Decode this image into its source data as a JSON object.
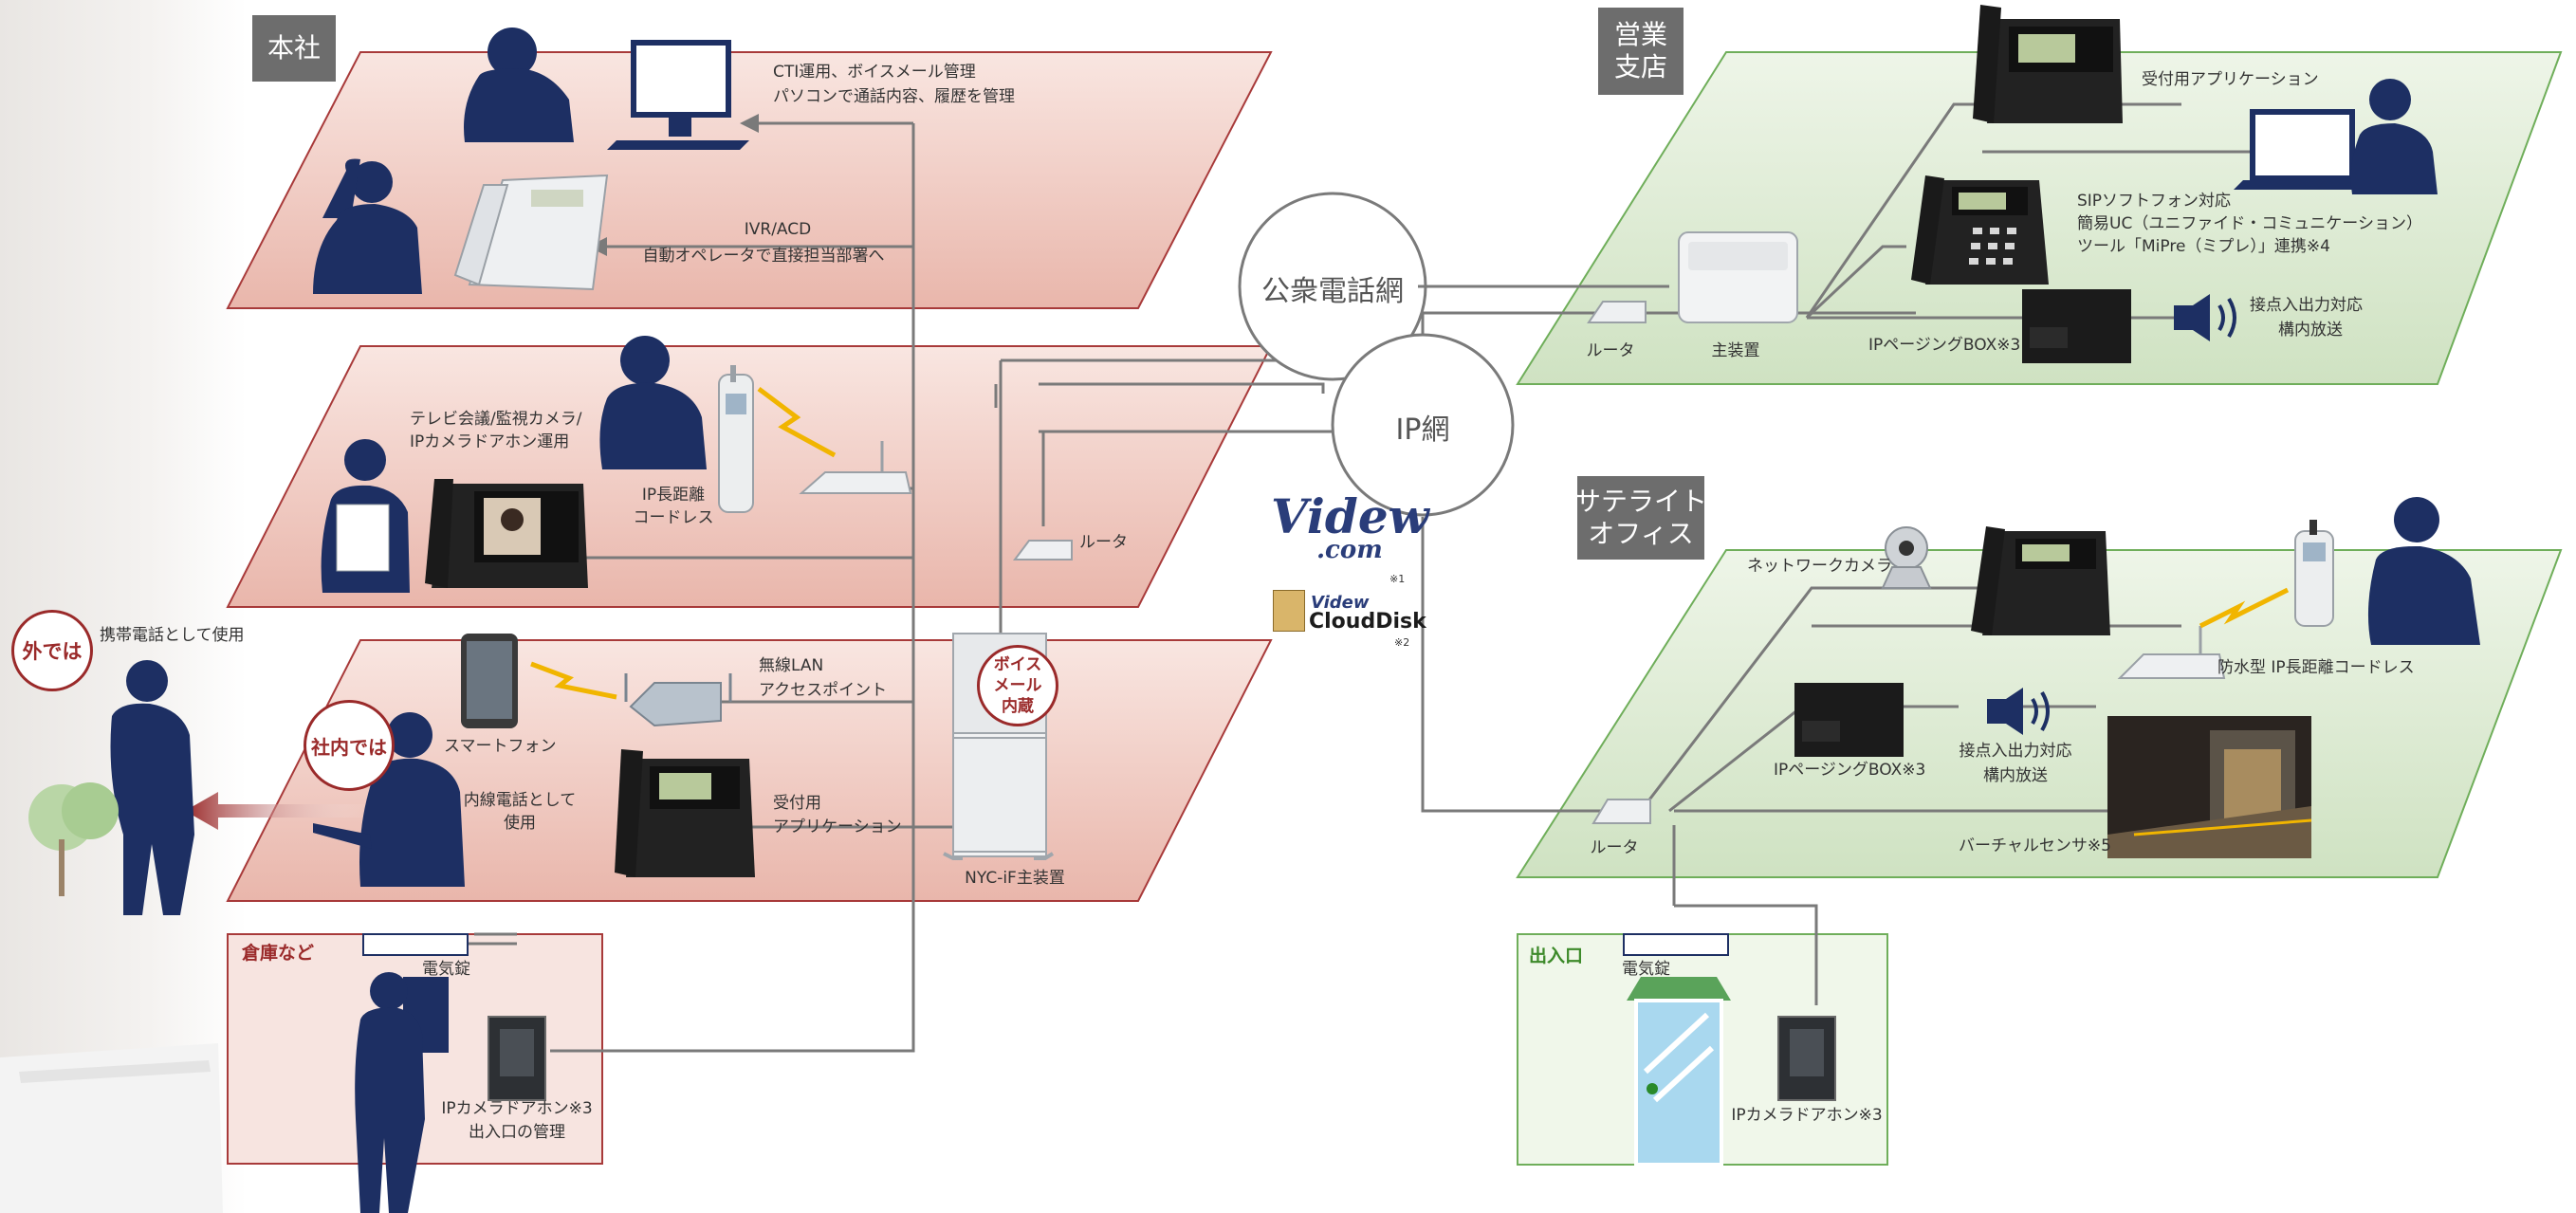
{
  "sections": {
    "honsha": "本社",
    "eigyo": "営業\n支店",
    "satellite": "サテライト\nオフィス"
  },
  "networks": {
    "public": "公衆電話網",
    "ip": "IP網"
  },
  "badges": {
    "outside": "外では",
    "inside": "社内では",
    "voicemail": "ボイス\nメール\n内蔵"
  },
  "brands": {
    "videw_line1": "Videw",
    "videw_line2": ".com",
    "videw_note": "※1",
    "cloud_line1": "Videw",
    "cloud_line2": "CloudDisk",
    "cloud_note": "※2"
  },
  "honsha_labels": {
    "cti_1": "CTI運用、ボイスメール管理",
    "cti_2": "パソコンで通話内容、履歴を管理",
    "ivr_1": "IVR/ACD",
    "ivr_2": "自動オペレータで直接担当部署へ",
    "video_1": "テレビ会議/監視カメラ/",
    "video_2": "IPカメラドアホン運用",
    "cordless_1": "IP長距離",
    "cordless_2": "コードレス",
    "router": "ルータ",
    "wlan_1": "無線LAN",
    "wlan_2": "アクセスポイント",
    "smartphone": "スマートフォン",
    "extension_1": "内線電話として",
    "extension_2": "使用",
    "reception_1": "受付用",
    "reception_2": "アプリケーション",
    "main_unit": "NYC-iF主装置",
    "mobile_use": "携帯電話として使用"
  },
  "warehouse": {
    "title": "倉庫など",
    "lock": "電気錠",
    "doorphone_1": "IPカメラドアホン※3",
    "doorphone_2": "出入口の管理"
  },
  "eigyo_labels": {
    "reception_app": "受付用アプリケーション",
    "sip_1": "SIPソフトフォン対応",
    "sip_2": "簡易UC（ユニファイド・コミュニケーション）",
    "sip_3": "ツール「MiPre（ミプレ）」連携※4",
    "contact_1": "接点入出力対応",
    "contact_2": "構内放送",
    "router": "ルータ",
    "main_unit": "主装置",
    "paging": "IPページングBOX※3"
  },
  "satellite_labels": {
    "netcam": "ネットワークカメラ",
    "waterproof": "防水型 IP長距離コードレス",
    "paging": "IPページングBOX※3",
    "contact_1": "接点入出力対応",
    "contact_2": "構内放送",
    "router": "ルータ",
    "virtual": "バーチャルセンサ※5"
  },
  "entrance": {
    "title": "出入口",
    "lock": "電気錠",
    "doorphone": "IPカメラドアホン※3"
  },
  "colors": {
    "honsha_plane": "#efc9c1",
    "honsha_border": "#a83a3a",
    "branch_plane": "#d9e8cf",
    "branch_border": "#6fae5a",
    "person": "#1d2f63",
    "tag_bg": "#6d6d6d",
    "line": "#7a7a7a"
  }
}
